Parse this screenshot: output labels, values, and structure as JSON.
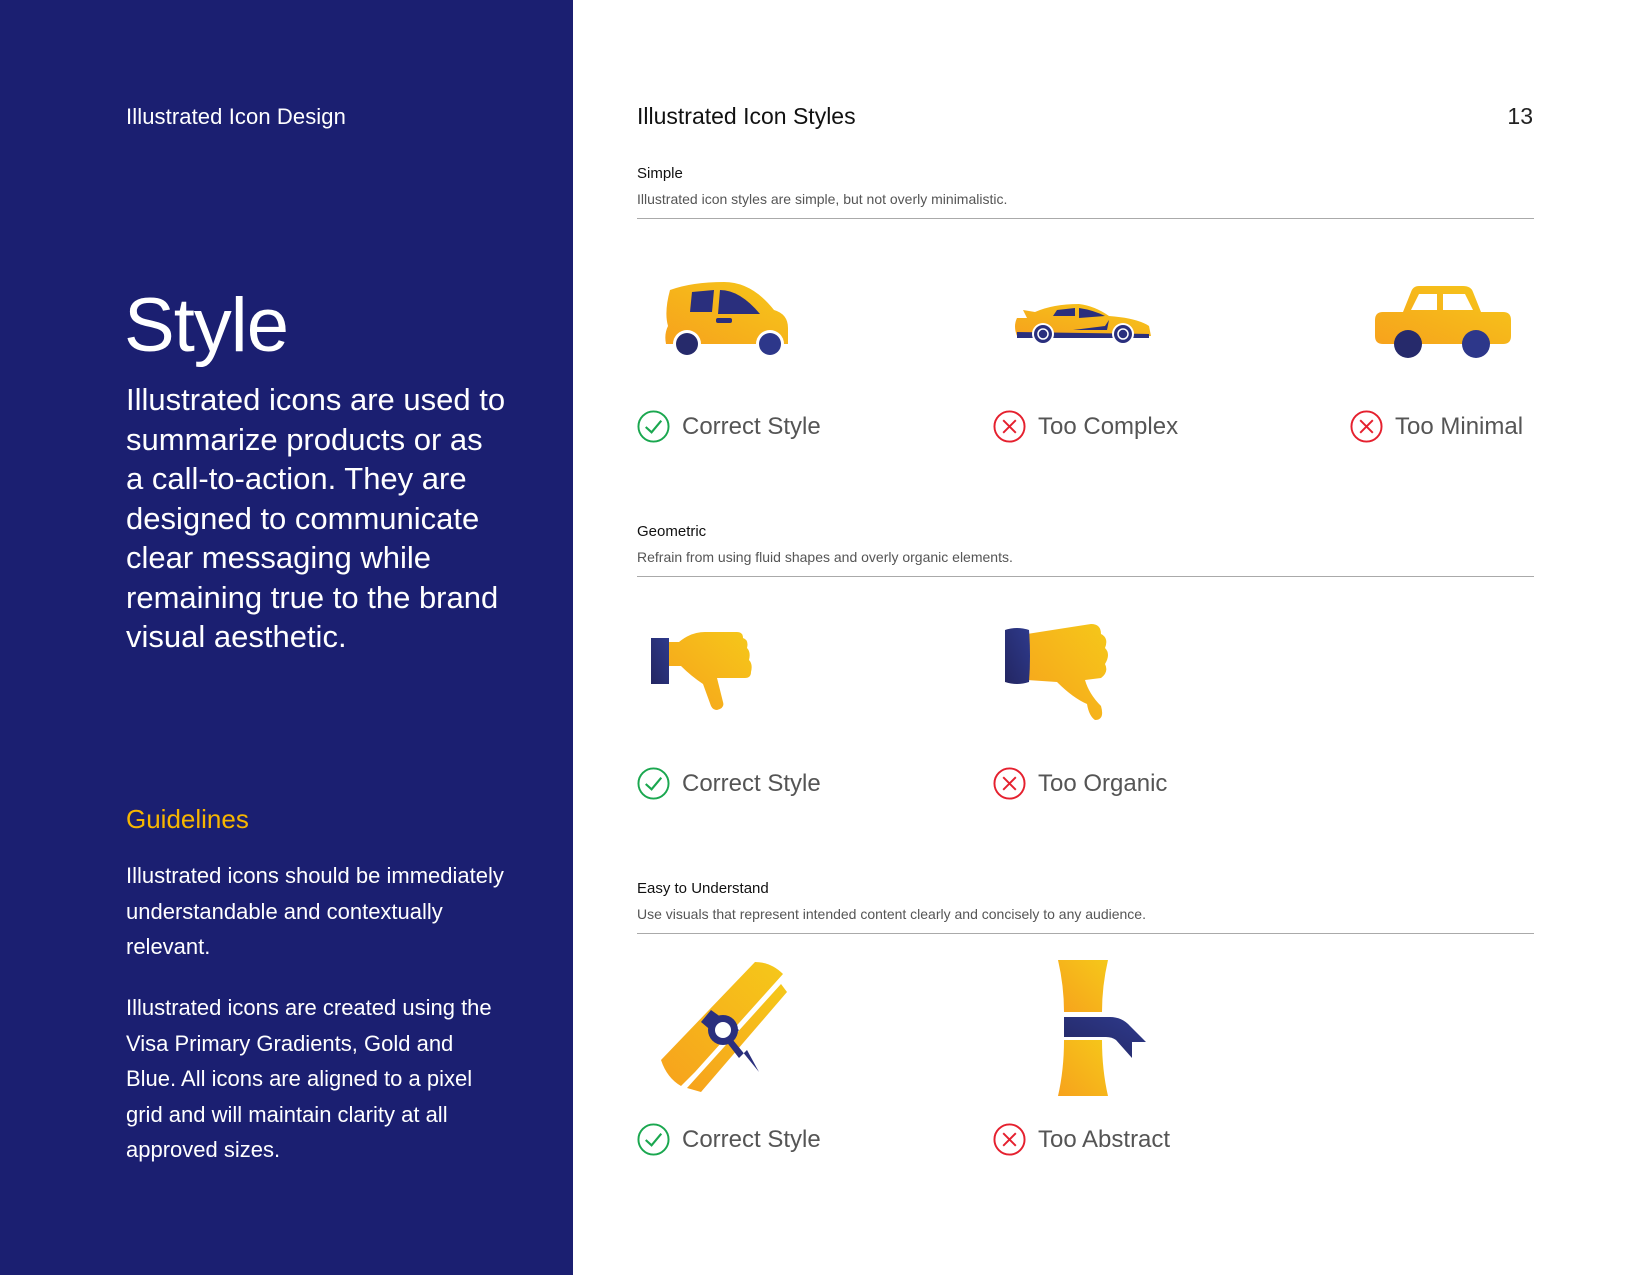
{
  "sidebar": {
    "header": "Illustrated Icon Design",
    "title": "Style",
    "intro": "Illustrated icons are used to summarize products or as a call-to-action. They are designed to communicate clear messaging while remaining true to the brand visual aesthetic.",
    "guidelines_heading": "Guidelines",
    "paragraph_1": "Illustrated icons should be immediately understandable and contextually relevant.",
    "paragraph_2": "Illustrated icons are created using the Visa Primary Gradients, Gold and Blue. All icons are aligned to a pixel grid and will maintain clarity at all approved sizes."
  },
  "main": {
    "title": "Illustrated Icon Styles",
    "page_number": "13",
    "sections": [
      {
        "label": "Simple",
        "description": "Illustrated icon styles are simple, but not overly minimalistic.",
        "examples": [
          {
            "icon": "hatchback-car-icon",
            "verdict": "correct",
            "label": "Correct Style"
          },
          {
            "icon": "sports-car-icon",
            "verdict": "incorrect",
            "label": "Too Complex"
          },
          {
            "icon": "minimal-car-icon",
            "verdict": "incorrect",
            "label": "Too Minimal"
          }
        ]
      },
      {
        "label": "Geometric",
        "description": "Refrain from using fluid shapes and overly organic elements.",
        "examples": [
          {
            "icon": "thumbs-down-geometric-icon",
            "verdict": "correct",
            "label": "Correct Style"
          },
          {
            "icon": "thumbs-down-organic-icon",
            "verdict": "incorrect",
            "label": "Too Organic"
          }
        ]
      },
      {
        "label": "Easy to Understand",
        "description": "Use visuals that represent intended content clearly and concisely to any audience.",
        "examples": [
          {
            "icon": "diploma-scroll-icon",
            "verdict": "correct",
            "label": "Correct Style"
          },
          {
            "icon": "abstract-scroll-icon",
            "verdict": "incorrect",
            "label": "Too Abstract"
          }
        ]
      }
    ]
  },
  "colors": {
    "sidebar_bg": "#1b1f71",
    "gold_accent": "#f7b600",
    "gradient_gold_start": "#f7a21c",
    "gradient_gold_end": "#f5c518",
    "brand_blue": "#2a2f7d",
    "correct_green": "#1aa74f",
    "incorrect_red": "#e5202e"
  }
}
